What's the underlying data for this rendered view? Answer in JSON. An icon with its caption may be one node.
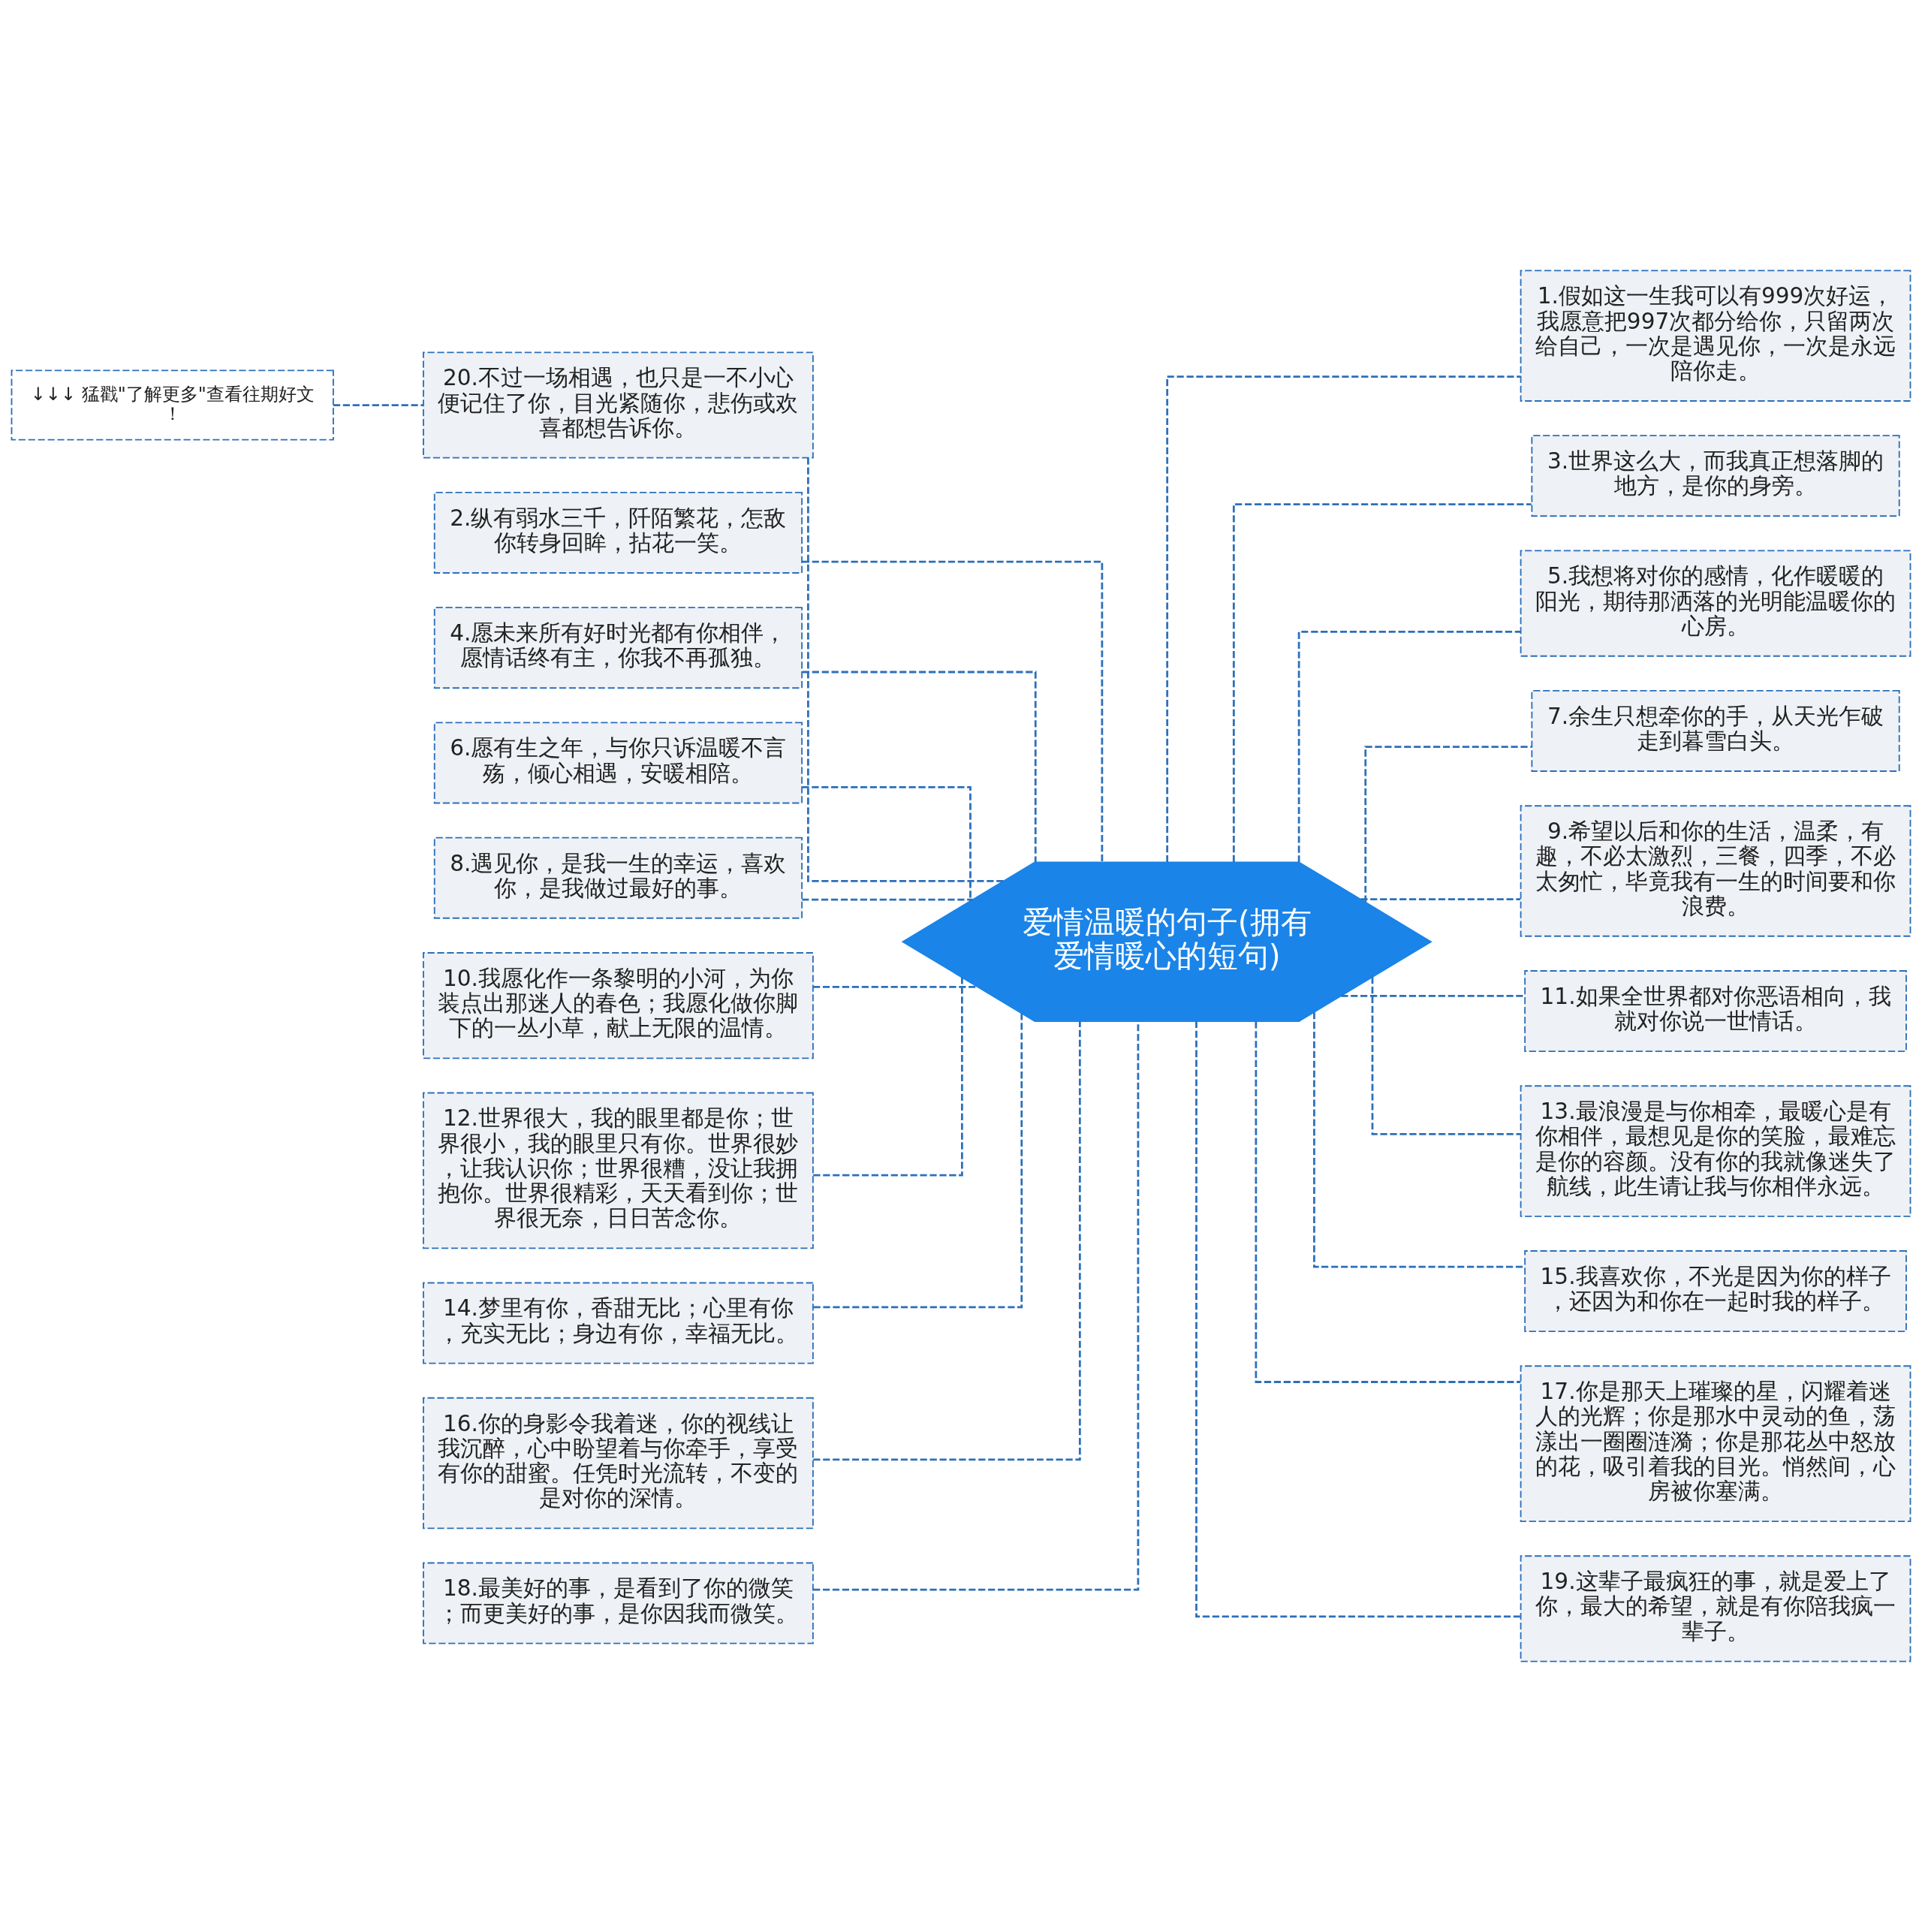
{
  "diagram": {
    "nodes": [
      {
        "text": [
          "爱情温暖的句子(拥有爱情暖心的短句)"
        ]
      },
      {
        "text": [
          "1.假如这一生我可以有999次好运，我愿意把997次都分给你，只留两次给自己，一次是遇见你，一次是永远陪你走。"
        ]
      },
      {
        "text": [
          "2.纵有弱水三千，阡陌繁花，怎敌你转身回眸，拈花一笑。"
        ]
      },
      {
        "text": [
          "3.世界这么大，而我真正想落脚的地方，是你的身旁。"
        ]
      },
      {
        "text": [
          "4.愿未来所有好时光都有你相伴，愿情话终有主，你我不再孤独。"
        ]
      },
      {
        "text": [
          "5.我想将对你的感情，化作暖暖的阳光，期待那洒落的光明能温暖你的心房。"
        ]
      },
      {
        "text": [
          "6.愿有生之年，与你只诉温暖不言殇，倾心相遇，安暖相陪。"
        ]
      },
      {
        "text": [
          "7.余生只想牵你的手，从天光乍破走到暮雪白头。"
        ]
      },
      {
        "text": [
          "8.遇见你，是我一生的幸运，喜欢你，是我做过最好的事。"
        ]
      },
      {
        "text": [
          "9.希望以后和你的生活，温柔，有趣，不必太激烈，三餐，四季，不必太匆忙，毕竟我有一生的时间要和你浪费。"
        ]
      },
      {
        "text": [
          "10.我愿化作一条黎明的小河，为你装点出那迷人的春色；我愿化做你脚下的一丛小草，献上无限的温情。"
        ]
      },
      {
        "text": [
          "11.如果全世界都对你恶语相向，我就对你说一世情话。"
        ]
      },
      {
        "text": [
          "12.世界很大，我的眼里都是你；世界很小，我的眼里只有你。世界很妙，让我认识你；世界很糟，没让我拥抱你。世界很精彩，天天看到你；世界很无奈，日日苦念你。"
        ]
      },
      {
        "text": [
          "13.最浪漫是与你相牵，最暖心是有你相伴，最想见是你的笑脸，最难忘是你的容颜。没有你的我就像迷失了航线，此生请让我与你相伴永远。"
        ]
      },
      {
        "text": [
          "14.梦里有你，香甜无比；心里有你，充实无比；身边有你，幸福无比。"
        ]
      },
      {
        "text": [
          "15.我喜欢你，不光是因为你的样子，还因为和你在一起时我的样子。"
        ]
      },
      {
        "text": [
          "16.你的身影令我着迷，你的视线让我沉醉，心中盼望着与你牵手，享受有你的甜蜜。任凭时光流转，不变的是对你的深情。"
        ]
      },
      {
        "text": [
          "17.你是那天上璀璨的星，闪耀着迷人的光辉；你是那水中灵动的鱼，荡漾出一圈圈涟漪；你是那花丛中怒放的花，吸引着我的目光。悄然间，心房被你塞满。"
        ]
      },
      {
        "text": [
          "18.最美好的事，是看到了你的微笑；而更美好的事，是你因我而微笑。"
        ]
      },
      {
        "text": [
          "19.这辈子最疯狂的事，就是爱上了你，最大的希望，就是有你陪我疯一辈子。"
        ]
      },
      {
        "text": [
          "20.不过一场相遇，也只是一不小心便记住了你，目光紧随你，悲伤或欢喜都想告诉你。"
        ]
      },
      {
        "text": [
          "↓↓↓ 猛戳\"了解更多\"查看往期好文！"
        ]
      }
    ],
    "edges": [
      {
        "from": 0,
        "to": 1,
        "arrow": "none",
        "style": "dashed"
      },
      {
        "from": 0,
        "to": 2,
        "arrow": "none",
        "style": "dashed"
      },
      {
        "from": 0,
        "to": 3,
        "arrow": "none",
        "style": "dashed"
      },
      {
        "from": 0,
        "to": 4,
        "arrow": "none",
        "style": "dashed"
      },
      {
        "from": 0,
        "to": 5,
        "arrow": "none",
        "style": "dashed"
      },
      {
        "from": 0,
        "to": 6,
        "arrow": "none",
        "style": "dashed"
      },
      {
        "from": 0,
        "to": 7,
        "arrow": "none",
        "style": "dashed"
      },
      {
        "from": 0,
        "to": 8,
        "arrow": "none",
        "style": "dashed"
      },
      {
        "from": 0,
        "to": 9,
        "arrow": "none",
        "style": "dashed"
      },
      {
        "from": 0,
        "to": 10,
        "arrow": "none",
        "style": "dashed"
      },
      {
        "from": 0,
        "to": 11,
        "arrow": "none",
        "style": "dashed"
      },
      {
        "from": 0,
        "to": 12,
        "arrow": "none",
        "style": "dashed"
      },
      {
        "from": 0,
        "to": 13,
        "arrow": "none",
        "style": "dashed"
      },
      {
        "from": 0,
        "to": 14,
        "arrow": "none",
        "style": "dashed"
      },
      {
        "from": 0,
        "to": 15,
        "arrow": "none",
        "style": "dashed"
      },
      {
        "from": 0,
        "to": 16,
        "arrow": "none",
        "style": "dashed"
      },
      {
        "from": 0,
        "to": 17,
        "arrow": "none",
        "style": "dashed"
      },
      {
        "from": 0,
        "to": 18,
        "arrow": "none",
        "style": "dashed"
      },
      {
        "from": 0,
        "to": 19,
        "arrow": "none",
        "style": "dashed"
      },
      {
        "from": 0,
        "to": 20,
        "arrow": "none",
        "style": "dashed"
      },
      {
        "from": 20,
        "to": 21,
        "arrow": "none",
        "style": "dashed"
      }
    ]
  }
}
